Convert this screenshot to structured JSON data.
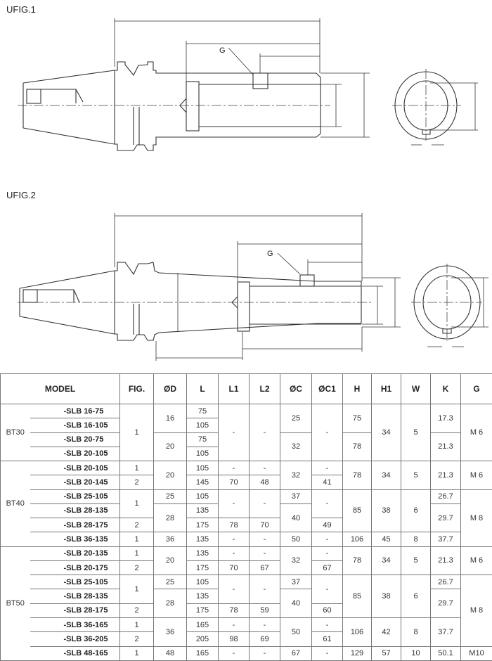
{
  "figures": {
    "fig1_label": "UFIG.1",
    "fig2_label": "UFIG.2",
    "g_callout": "G"
  },
  "table": {
    "headers": {
      "model": "MODEL",
      "fig": "FIG.",
      "d": "ØD",
      "l": "L",
      "l1": "L1",
      "l2": "L2",
      "c": "ØC",
      "c1": "ØC1",
      "h": "H",
      "h1": "H1",
      "w": "W",
      "k": "K",
      "g": "G"
    },
    "rows": [
      {
        "group": "BT30",
        "model": "-SLB 16-75",
        "fig": "1",
        "d": "16",
        "l": "75",
        "l1": "-",
        "l2": "-",
        "c": "25",
        "c1": "-",
        "h": "75",
        "h1": "34",
        "w": "5",
        "k": "17.3",
        "g": "M 6"
      },
      {
        "model": "-SLB 16-105",
        "l": "105"
      },
      {
        "model": "-SLB 20-75",
        "d": "20",
        "l": "75",
        "c": "32",
        "h": "78",
        "k": "21.3"
      },
      {
        "model": "-SLB 20-105",
        "l": "105"
      },
      {
        "group": "BT40",
        "model": "-SLB 20-105",
        "fig": "1",
        "d": "20",
        "l": "105",
        "l1": "-",
        "l2": "-",
        "c": "32",
        "c1": "-",
        "h": "78",
        "h1": "34",
        "w": "5",
        "k": "21.3",
        "g": "M 6"
      },
      {
        "model": "-SLB 20-145",
        "fig": "2",
        "l": "145",
        "l1": "70",
        "l2": "48",
        "c1": "41"
      },
      {
        "model": "-SLB 25-105",
        "fig": "1",
        "d": "25",
        "l": "105",
        "l1": "-",
        "l2": "-",
        "c": "37",
        "c1": "-",
        "h": "85",
        "h1": "38",
        "w": "6",
        "k": "26.7",
        "g": "M 8"
      },
      {
        "model": "-SLB 28-135",
        "d": "28",
        "l": "135",
        "c": "40",
        "k": "29.7"
      },
      {
        "model": "-SLB 28-175",
        "fig": "2",
        "l": "175",
        "l1": "78",
        "l2": "70",
        "c1": "49"
      },
      {
        "model": "-SLB 36-135",
        "fig": "1",
        "d": "36",
        "l": "135",
        "l1": "-",
        "l2": "-",
        "c": "50",
        "c1": "-",
        "h": "106",
        "h1": "45",
        "w": "8",
        "k": "37.7"
      },
      {
        "group": "BT50",
        "model": "-SLB 20-135",
        "fig": "1",
        "d": "20",
        "l": "135",
        "l1": "-",
        "l2": "-",
        "c": "32",
        "c1": "-",
        "h": "78",
        "h1": "34",
        "w": "5",
        "k": "21.3",
        "g": "M 6"
      },
      {
        "model": "-SLB 20-175",
        "fig": "2",
        "l": "175",
        "l1": "70",
        "l2": "67",
        "c1": "67"
      },
      {
        "model": "-SLB 25-105",
        "fig": "1",
        "d": "25",
        "l": "105",
        "l1": "-",
        "l2": "-",
        "c": "37",
        "c1": "-",
        "h": "85",
        "h1": "38",
        "w": "6",
        "k": "26.7",
        "g": "M 8"
      },
      {
        "model": "-SLB 28-135",
        "d": "28",
        "l": "135",
        "c": "40",
        "k": "29.7"
      },
      {
        "model": "-SLB 28-175",
        "fig": "2",
        "l": "175",
        "l1": "78",
        "l2": "59",
        "c1": "60"
      },
      {
        "model": "-SLB 36-165",
        "fig": "1",
        "d": "36",
        "l": "165",
        "l1": "-",
        "l2": "-",
        "c": "50",
        "c1": "-",
        "h": "106",
        "h1": "42",
        "w": "8",
        "k": "37.7"
      },
      {
        "model": "-SLB 36-205",
        "fig": "2",
        "l": "205",
        "l1": "98",
        "l2": "69",
        "c1": "61"
      },
      {
        "model": "-SLB 48-165",
        "fig": "1",
        "d": "48",
        "l": "165",
        "l1": "-",
        "l2": "-",
        "c": "67",
        "c1": "-",
        "h": "129",
        "h1": "57",
        "w": "10",
        "k": "50.1",
        "g": "M10"
      }
    ]
  }
}
